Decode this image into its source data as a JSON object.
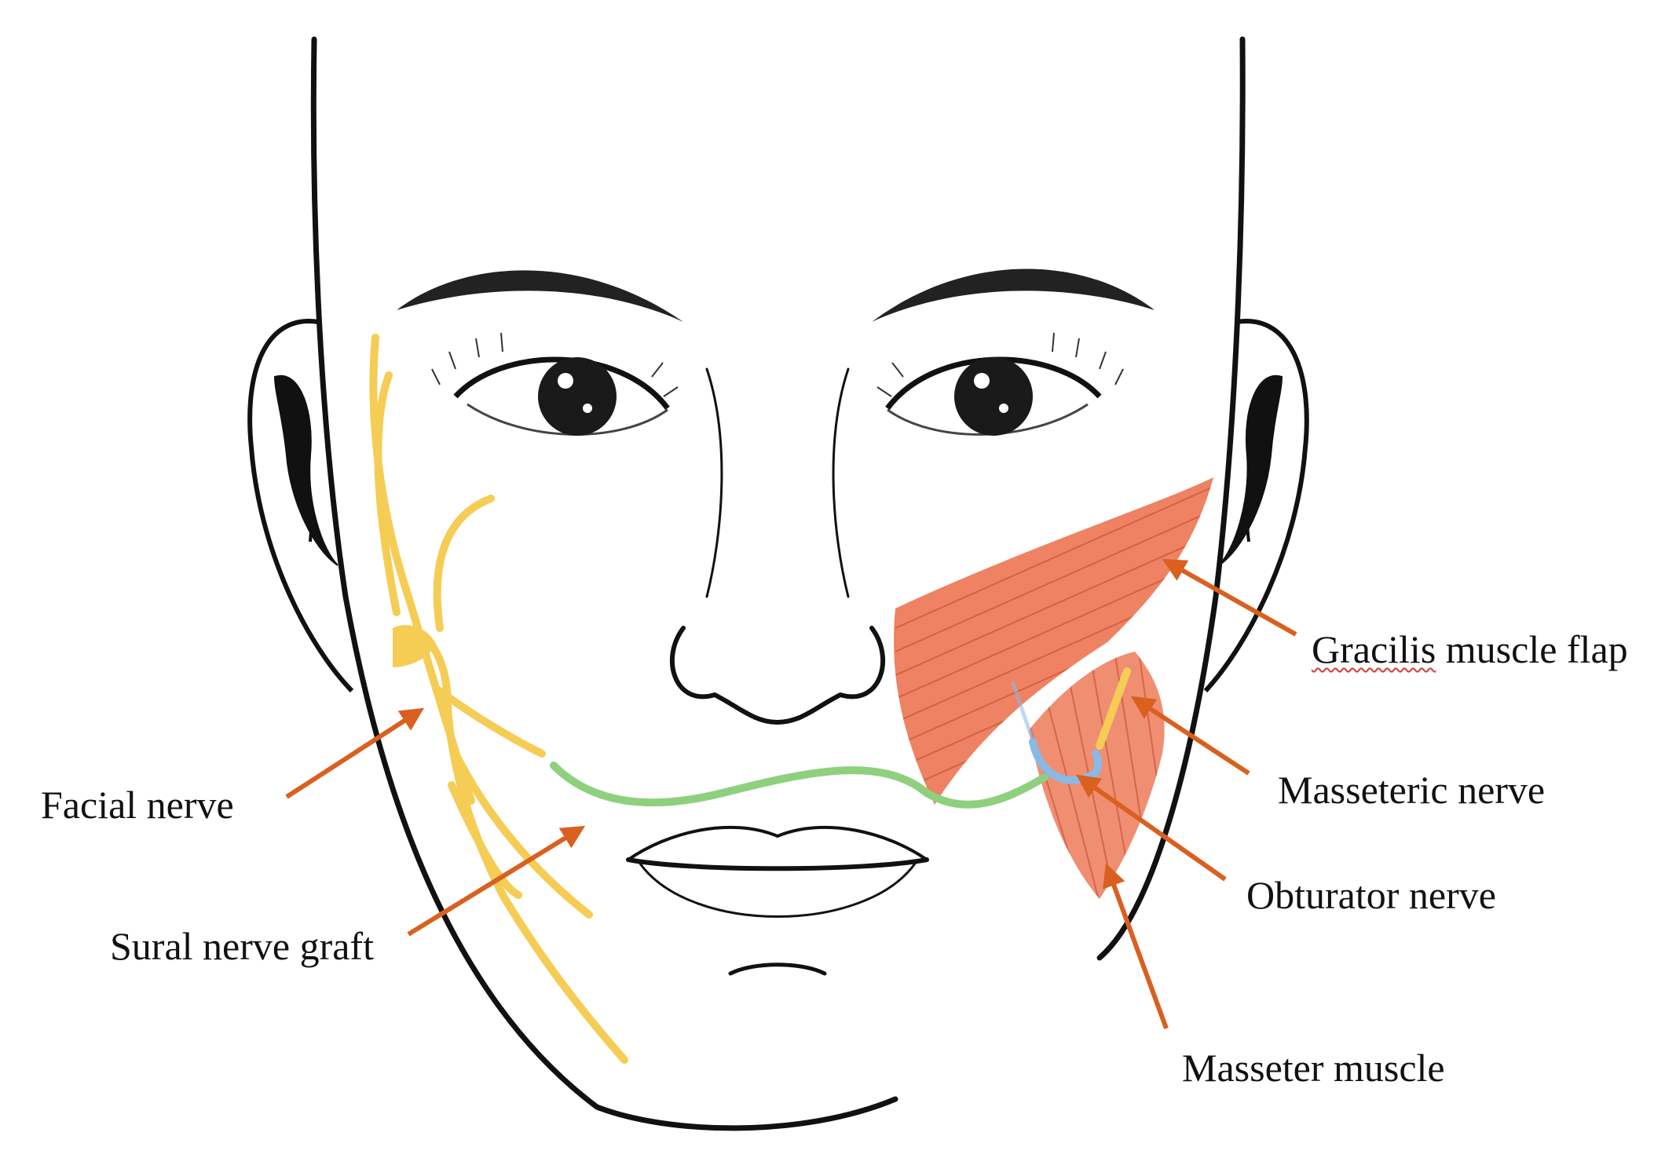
{
  "labels": {
    "facial_nerve": "Facial nerve",
    "sural_nerve_graft": "Sural nerve graft",
    "gracilis_word": "Gracilis",
    "gracilis_rest": " muscle flap",
    "masseteric_nerve": "Masseteric nerve",
    "obturator_nerve": "Obturator nerve",
    "masseter_muscle": "Masseter muscle"
  },
  "colors": {
    "outline": "#111111",
    "arrow": "#d9601f",
    "facial_nerve": "#f5cd55",
    "sural_graft": "#8fd07e",
    "obturator_nerve": "#8ab9e6",
    "muscle": "#ee8262",
    "muscle_fiber": "#c9553a"
  }
}
